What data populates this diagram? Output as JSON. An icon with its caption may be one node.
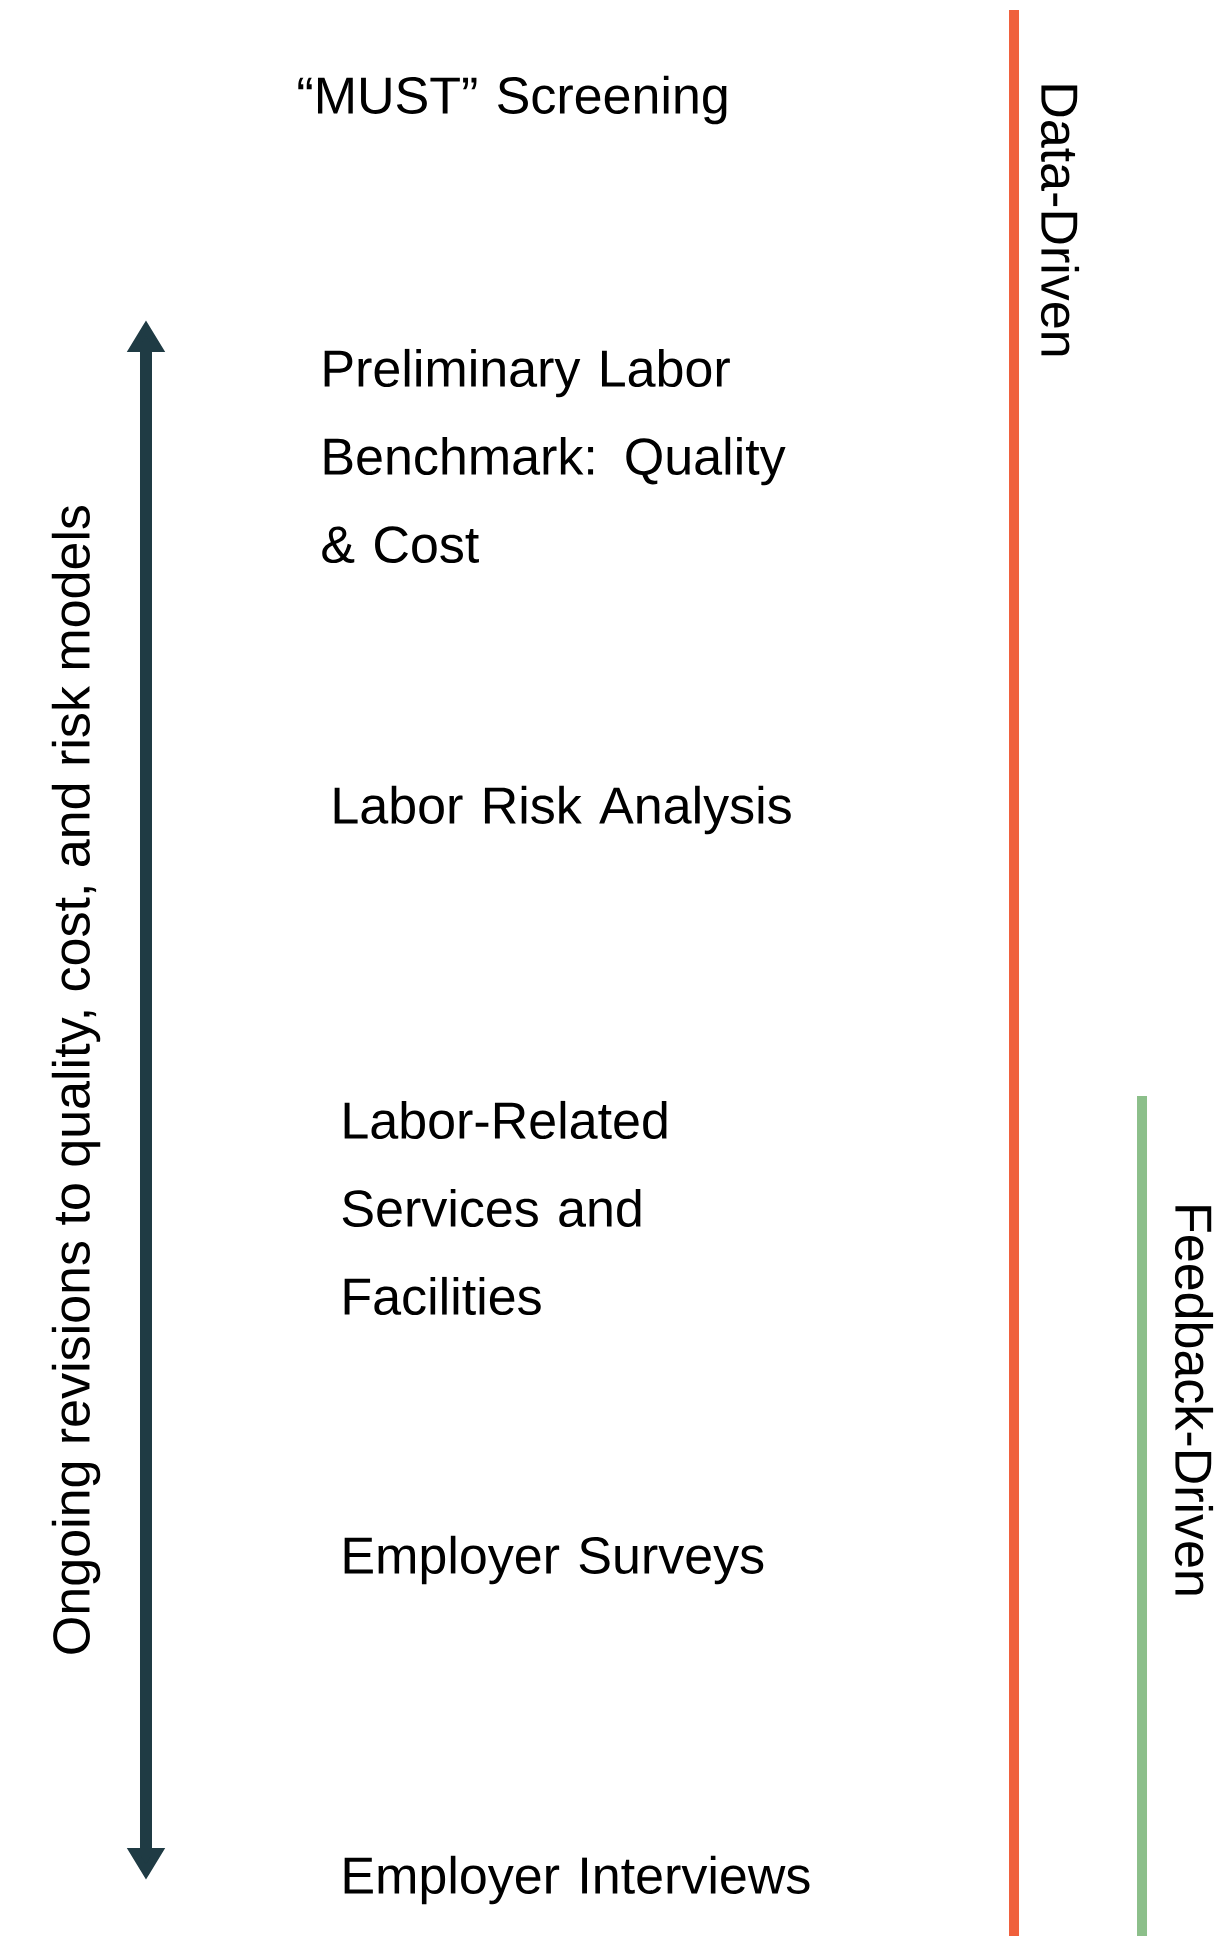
{
  "diagram": {
    "labels": [
      "“MUST” Screening",
      "Data-Driven",
      "Ongoing revisions to quality, cost, and risk models",
      "Preliminary Labor Benchmark: Quality & Cost",
      "Labor Risk Analysis",
      "Labor-Related Services and Facilities",
      "Feedback-Driven",
      "Employer Surveys",
      "Employer Interviews"
    ]
  }
}
